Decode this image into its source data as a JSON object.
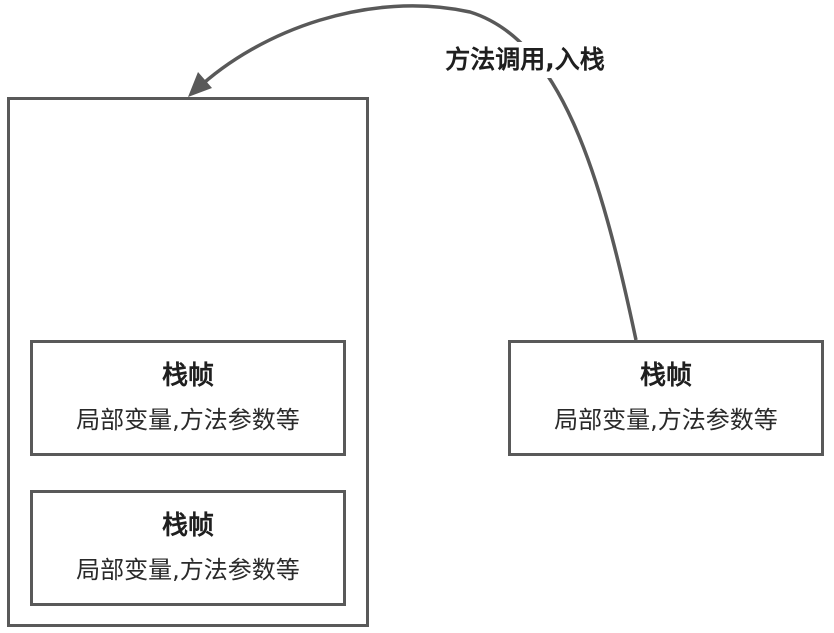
{
  "arrow": {
    "label": "方法调用,入栈"
  },
  "stack": {
    "frames": [
      {
        "title": "栈帧",
        "desc": "局部变量,方法参数等"
      },
      {
        "title": "栈帧",
        "desc": "局部变量,方法参数等"
      }
    ]
  },
  "incoming_frame": {
    "title": "栈帧",
    "desc": "局部变量,方法参数等"
  },
  "colors": {
    "stroke": "#595959",
    "text": "#222222",
    "background": "#ffffff"
  }
}
